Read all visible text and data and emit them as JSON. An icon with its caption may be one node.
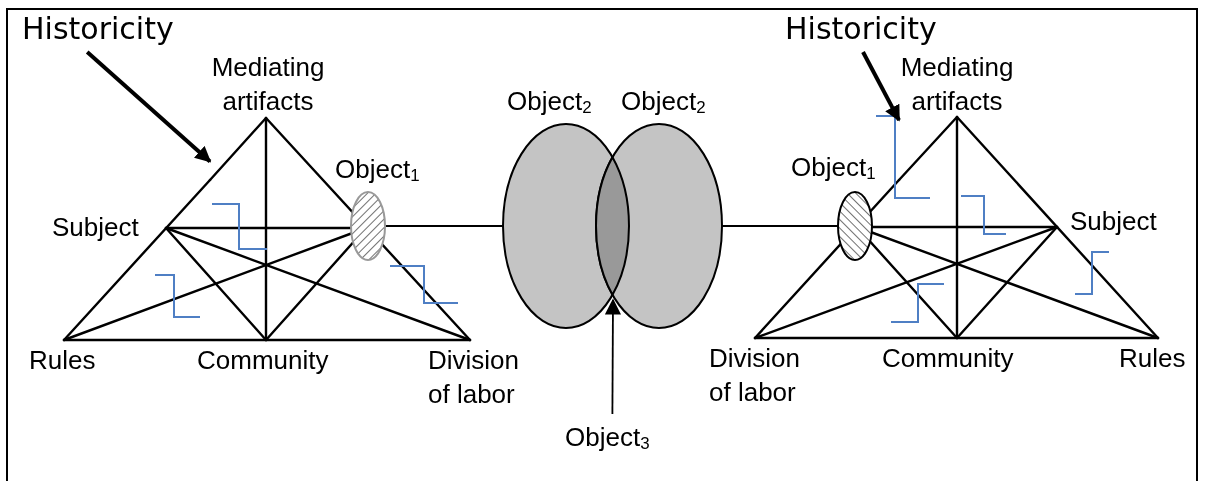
{
  "diagram": {
    "nodes": [
      {
        "text": [
          "Historicity"
        ]
      },
      {
        "text": [],
        "shape": "line"
      },
      {
        "text": [
          "Object$_{1}$"
        ]
      },
      {
        "text": [
          "Object$_{2}$"
        ]
      },
      {
        "text": [
          "Object$_{2}$"
        ]
      },
      {
        "text": [],
        "shape": "lens"
      },
      {
        "text": [
          "Object$_{1}$"
        ]
      },
      {
        "text": [
          "Historicity"
        ]
      },
      {
        "text": [],
        "shape": "line"
      },
      {
        "text": [
          "Object$_{3}$"
        ]
      }
    ],
    "edges": [
      {
        "from": 0,
        "to": 1,
        "arrow": "to",
        "style": "thick"
      },
      {
        "from": 2,
        "to": 3,
        "arrow": "none"
      },
      {
        "from": 4,
        "to": 6,
        "arrow": "none"
      },
      {
        "from": 7,
        "to": 8,
        "arrow": "to",
        "style": "thick"
      },
      {
        "from": 9,
        "to": 5,
        "arrow": "to"
      }
    ],
    "labels": [
      "Mediating artifacts",
      "Mediating artifacts",
      "Subject",
      "Subject",
      "Rules",
      "Community",
      "Division of labor",
      "Division of labor",
      "Community",
      "Rules"
    ]
  }
}
